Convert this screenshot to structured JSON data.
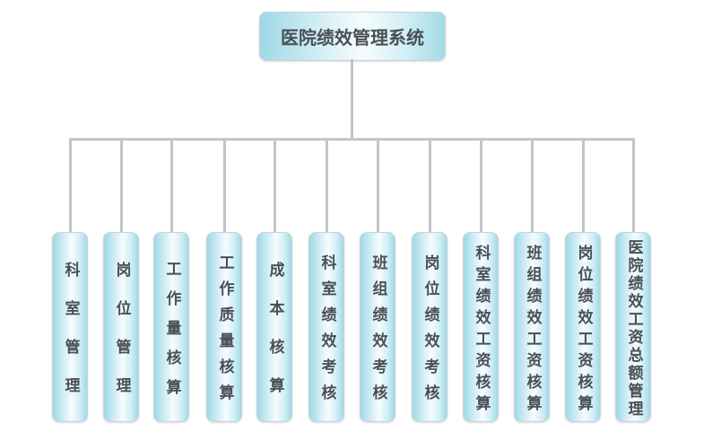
{
  "root": {
    "title": "医院绩效管理系统"
  },
  "children": [
    {
      "label": "科室管理"
    },
    {
      "label": "岗位管理"
    },
    {
      "label": "工作量核算"
    },
    {
      "label": "工作质量核算"
    },
    {
      "label": "成本核算"
    },
    {
      "label": "科室绩效考核"
    },
    {
      "label": "班组绩效考核"
    },
    {
      "label": "岗位绩效考核"
    },
    {
      "label": "科室绩效工资核算"
    },
    {
      "label": "班组绩效工资核算"
    },
    {
      "label": "岗位绩效工资核算"
    },
    {
      "label": "医院绩效工资总额管理"
    }
  ],
  "colors": {
    "box_edge": "#9fd8e6",
    "box_center": "#f6fcfd",
    "connector": "#c2c6c9",
    "text": "#4a4f55"
  }
}
